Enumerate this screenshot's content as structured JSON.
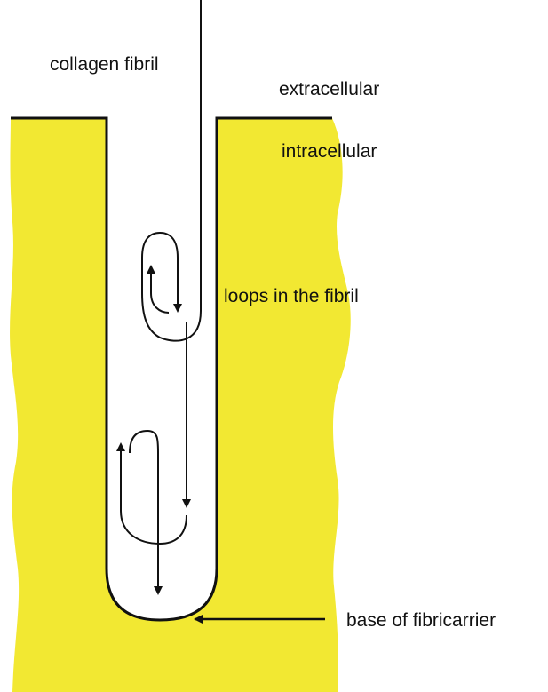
{
  "colors": {
    "cell": "#f2e832",
    "lumen": "#ffffff",
    "line": "#111111"
  },
  "labels": {
    "collagen_fibril": "collagen fibril",
    "extracellular": "extracellular",
    "intracellular": "intracellular",
    "loops": "loops in the fibril",
    "base": "base of fibricarrier"
  },
  "icons": {
    "arrow": "arrowhead"
  }
}
